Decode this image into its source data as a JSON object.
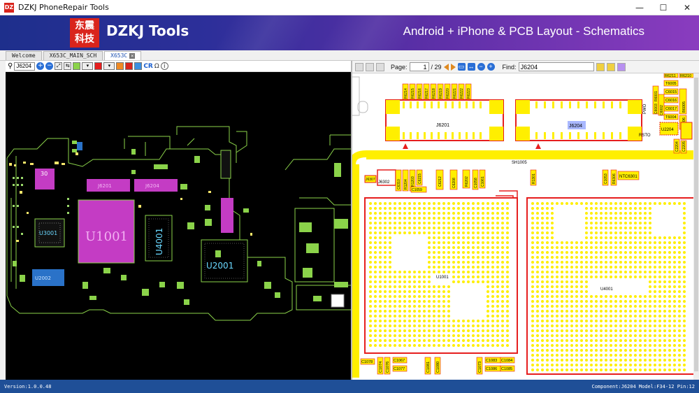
{
  "window": {
    "title": "DZKJ PhoneRepair Tools",
    "app_icon_text": "DZ",
    "controls": {
      "minimize": "—",
      "maximize": "☐",
      "close": "✕"
    }
  },
  "banner": {
    "logo_line1": "东震",
    "logo_line2": "科技",
    "brand": "DZKJ Tools",
    "tagline": "Android + iPhone & PCB Layout - Schematics"
  },
  "tabs": [
    {
      "label": "Welcome"
    },
    {
      "label": "X653C_MAIN_SCH"
    },
    {
      "label": "X653C"
    }
  ],
  "left_toolbar": {
    "search_value": "J6204",
    "cr_label": "CR",
    "omega_label": "Ω"
  },
  "pcb": {
    "labels": {
      "u1001": "U1001",
      "u4001": "U4001",
      "u2001": "U2001",
      "j6201": "J6201",
      "j6204": "J6204",
      "u3001": "U3001",
      "u2002": "U2002",
      "num30": "30"
    }
  },
  "right_toolbar": {
    "page_label": "Page:",
    "page_current": "1",
    "page_total": "/ 29",
    "find_label": "Find:",
    "find_value": "J6204"
  },
  "schematic": {
    "connector_left": "J6201",
    "connector_right": "J6204",
    "shield": "SH1005",
    "chip_left": "U1001",
    "chip_right": "U4001",
    "pwo": "PWO",
    "rsto": "RSTO",
    "u2204": "U2204",
    "ntc": "NTC6301",
    "j6302": "J6302",
    "j6307": "J6307",
    "r1301": "R1301",
    "top_resistors": [
      "R6214",
      "R6215",
      "R6216",
      "R6217",
      "R6218",
      "R6219",
      "R6220",
      "R6221",
      "R6222",
      "R6223"
    ],
    "right_col": [
      "R6211",
      "R6210",
      "T6005",
      "C6015",
      "C6016",
      "C6017",
      "T6004",
      "B6005",
      "B6006",
      "B6007"
    ],
    "mid_comps": [
      "C6310",
      "R1204",
      "R1203",
      "C6215",
      "C1059",
      "C6212",
      "C6208",
      "R6202",
      "C1058",
      "C1061",
      "C1053",
      "R6306"
    ],
    "bottom_comps": [
      "C1078",
      "C1074",
      "C1076",
      "C1067",
      "C1077",
      "C1081",
      "C1080",
      "C1073",
      "C1083",
      "C1086",
      "C1084",
      "C1085"
    ],
    "misc": [
      "C2204",
      "C2205",
      "R6001",
      "C6002",
      "C6003"
    ]
  },
  "status": {
    "version": "Version:1.0.0.48",
    "component": "Component:J6204 Model:F34-12 Pin:12"
  },
  "colors": {
    "banner_left": "#1e2f8c",
    "banner_right": "#8a3cbf",
    "pcb_bg": "#000000",
    "pcb_trace": "#8bd34a",
    "pcb_pad": "#f5e66a",
    "pcb_chip": "#c43cc4",
    "sch_pad": "#ffff00",
    "sch_outline": "#e61e1e",
    "status_bar": "#1f4f97"
  }
}
